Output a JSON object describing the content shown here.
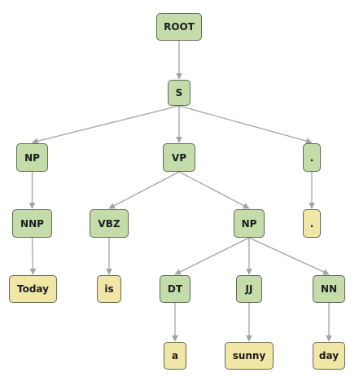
{
  "colors": {
    "tag_fill": "#c3dca9",
    "word_fill": "#f0e6a6",
    "edge": "#a3a3a3",
    "border": "#5f6b55"
  },
  "nodes": {
    "root": "ROOT",
    "s": "S",
    "np1": "NP",
    "vp": "VP",
    "punct_tag": ".",
    "nnp": "NNP",
    "vbz": "VBZ",
    "np2": "NP",
    "punct_word": ".",
    "today": "Today",
    "is": "is",
    "dt": "DT",
    "jj": "JJ",
    "nn": "NN",
    "a": "a",
    "sunny": "sunny",
    "day": "day"
  }
}
